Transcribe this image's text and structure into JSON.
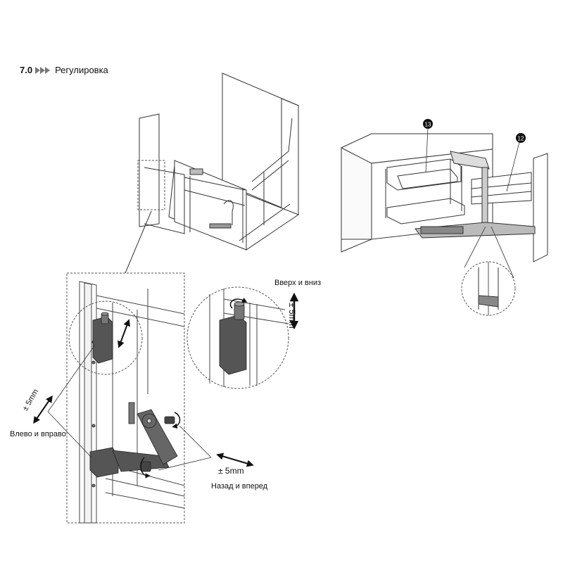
{
  "section": {
    "number": "7.0",
    "title": "Регулировка"
  },
  "callouts": {
    "c13": "13",
    "c12": "12"
  },
  "adjustments": {
    "up_down": {
      "label": "Вверх и вниз",
      "amount": "± 5mm"
    },
    "left_right": {
      "label": "Влево и вправо",
      "amount": "± 5mm"
    },
    "back_forward": {
      "label": "Назад и вперед",
      "amount": "± 5mm"
    }
  },
  "colors": {
    "line": "#333333",
    "hardware": "#555555",
    "hardware_dark": "#3a3a3a",
    "panel": "#ffffff"
  }
}
